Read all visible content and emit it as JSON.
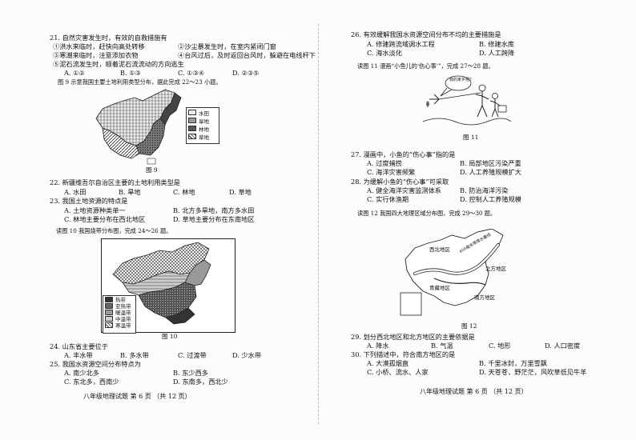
{
  "left": {
    "q21": {
      "stem": "21. 自然灾害发生时，有效的自救措施有",
      "s1": "①洪水来临时，赶快向高处转移",
      "s2": "②沙尘暴发生时，在室内紧闭门窗",
      "s3": "③寒潮来临时，注意添加衣物",
      "s4": "④台风过后，及时返回台风时，躲避在电线杆下",
      "s5": "⑤泥石流发生时，顺着泥石流流动的方向逃生",
      "a": "A. ①②",
      "b": "B. ①③",
      "c": "C. ①③④",
      "d": "D. ②③⑤"
    },
    "intro9": "图 9 示意我国主要土地利用类型分布，据此完成 22～23 小题。",
    "fig9_legend": [
      "水田",
      "旱地",
      "林地",
      "草地"
    ],
    "fig9_caption": "图 9",
    "q22": {
      "stem": "22. 新疆维吾尔自治区主要的土地利用类型是",
      "a": "A. 水田",
      "b": "B. 旱地",
      "c": "C. 林地",
      "d": "D. 草地"
    },
    "q23": {
      "stem": "23. 我国土地资源的特点是",
      "a": "A. 土地资源种类单一",
      "b": "B. 北方多旱地，南方多水田",
      "c": "C. 林地主要分布在西北地区",
      "d": "D. 草地主要分布在东南地区"
    },
    "intro10": "读图 10 我国烧带分布图，完成 24～26 题。",
    "fig10_legend": [
      "热带",
      "亚热带",
      "暖温带",
      "中温带",
      "寒温带"
    ],
    "fig10_caption": "图 10",
    "q24": {
      "stem": "24. 山东省主要位于",
      "a": "A. 丰水带",
      "b": "B. 多水带",
      "c": "C. 过渡带",
      "d": "D. 少水带"
    },
    "q25": {
      "stem": "25. 我国水资源空间分布特点为",
      "a": "A. 南少北多",
      "b": "B. 东少西多",
      "c": "C. 东北多，西南少",
      "d": "D. 东南多，西北少"
    },
    "footer": "八年级地理试题 第 6 页 （共 12 页）"
  },
  "right": {
    "q26": {
      "stem": "26. 有效缓解我国水资源空间分布不均的主要措施是",
      "a": "A. 修建跨流域调水工程",
      "b": "B. 修建水库",
      "c": "C. 海水淡化",
      "d": "D. 人工跨降"
    },
    "intro11": "读图 11 漫画“小鱼儿的‘伤心事’”，完成 27～28 题。",
    "fig11_bubble": "我的家乡呢？",
    "fig11_caption": "图 11",
    "q27": {
      "stem": "27. 漫画中，小鱼的“伤心事”指的是",
      "a": "A. 过度捕捞",
      "b": "B. 局部地区污染严重",
      "c": "C. 海洋灾害频繁",
      "d": "D. 人工养殖规模扩大"
    },
    "q28": {
      "stem": "28. 为缓解小鱼的“伤心事”可采取",
      "a": "A. 健全海洋灾害监测体系",
      "b": "B. 防治海洋污染",
      "c": "C. 实行休渔期",
      "d": "D. 控制人工养殖规模"
    },
    "intro12": "读图 12 我国四大地理区域分布图，完成 29～30 题。",
    "fig12_labels": {
      "nw": "西北地区",
      "qz": "青藏地区",
      "north": "北方地区",
      "south": "南方地区",
      "belt": "400毫米等降水量线"
    },
    "fig12_caption": "图 12",
    "q29": {
      "stem": "29. 划分西北地区和北方地区的主要依据是",
      "a": "A. 降水",
      "b": "B. 气温",
      "c": "C. 地形",
      "d": "D. 人口密度"
    },
    "q30": {
      "stem": "30. 下列描述中，符合南方地区的是",
      "a": "A. 大漠孤烟直",
      "b": "B. 千里冰封，万里雪飘",
      "c": "C. 小桥、流水、人家",
      "d": "D. 天苍苍，野茫茫，风吹草低见牛羊"
    },
    "footer": "八年级地理试题 第 6 页 （共 12 页）"
  }
}
